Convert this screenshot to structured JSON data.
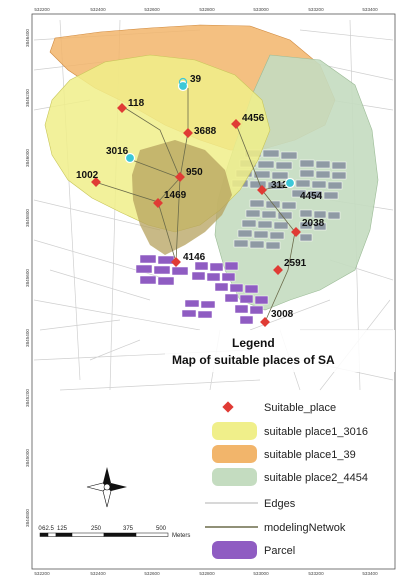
{
  "legend": {
    "title": "Legend",
    "subtitle": "Map of suitable places of SA",
    "items": [
      {
        "label": "Suitable_place",
        "symbol": "diamond",
        "color": "#e03b35"
      },
      {
        "label": "suitable place1_3016",
        "symbol": "swatch",
        "color": "#f0ef8a"
      },
      {
        "label": "suitable place1_39",
        "symbol": "swatch",
        "color": "#f2b56b"
      },
      {
        "label": "suitable place2_4454",
        "symbol": "swatch",
        "color": "#c4dcc0"
      },
      {
        "label": "Edges",
        "symbol": "line",
        "color": "#cccccc"
      },
      {
        "label": "modelingNetwok",
        "symbol": "line",
        "color": "#6b6b4a"
      },
      {
        "label": "Parcel",
        "symbol": "swatch",
        "color": "#8f5cc2"
      }
    ]
  },
  "places": [
    {
      "id": "39",
      "kind": "cyan"
    },
    {
      "id": "118",
      "kind": "red"
    },
    {
      "id": "3688",
      "kind": "red"
    },
    {
      "id": "4456",
      "kind": "red"
    },
    {
      "id": "3016",
      "kind": "cyan"
    },
    {
      "id": "950",
      "kind": "red"
    },
    {
      "id": "1002",
      "kind": "red"
    },
    {
      "id": "1469",
      "kind": "red"
    },
    {
      "id": "3127",
      "kind": "red"
    },
    {
      "id": "4454",
      "kind": "cyan"
    },
    {
      "id": "2038",
      "kind": "red"
    },
    {
      "id": "4146",
      "kind": "red"
    },
    {
      "id": "2591",
      "kind": "red"
    },
    {
      "id": "3008",
      "kind": "red"
    }
  ],
  "x_ticks": [
    "532200",
    "532400",
    "532600",
    "532800",
    "533000",
    "533200",
    "533400"
  ],
  "y_ticks": [
    "3846400",
    "3846200",
    "3846000",
    "3845800",
    "3845600",
    "3845400",
    "3845200",
    "3845000",
    "3844800"
  ],
  "scale_bar": {
    "labels": [
      "0",
      "62.5",
      "125",
      "250",
      "375",
      "500"
    ],
    "unit": "Meters"
  },
  "colors": {
    "zone_39": "#f2b56b",
    "zone_3016": "#f0ef8a",
    "zone_4454": "#c4dcc0",
    "parcel": "#8f5cc2",
    "marker_red": "#e03b35",
    "marker_cyan": "#3cc8d8",
    "edges": "#cccccc",
    "network": "#6b6b4a"
  }
}
